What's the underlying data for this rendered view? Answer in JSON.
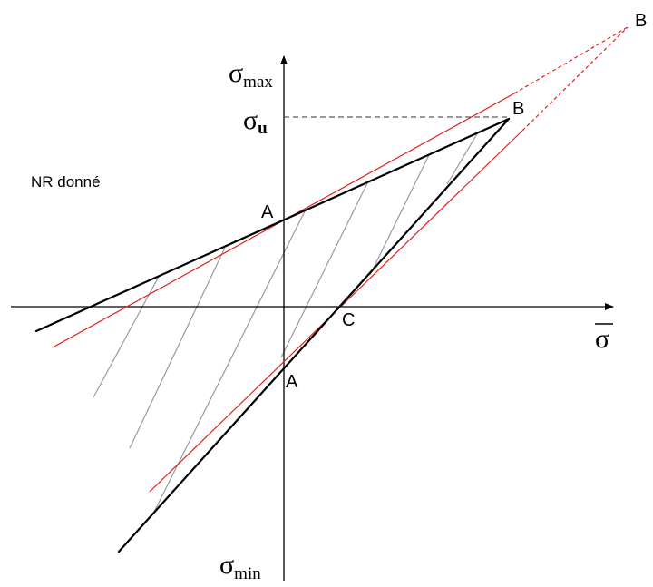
{
  "diagram": {
    "note": "NR donné",
    "labels": {
      "point_a_upper": "A",
      "point_a_lower": "A",
      "point_b": "B",
      "point_b_far": "B",
      "point_c": "C"
    },
    "axes": {
      "y_top_symbol": "σ",
      "y_top_sub": "max",
      "y_bottom_symbol": "σ",
      "y_bottom_sub": "min",
      "x_symbol": "σ",
      "su_symbol": "σ",
      "su_sub": "u"
    },
    "colors": {
      "axis": "#000000",
      "main_line": "#000000",
      "tangent_line": "#e02020",
      "hatch_line": "#9a9a9a",
      "dashed_line": "#333333"
    }
  }
}
